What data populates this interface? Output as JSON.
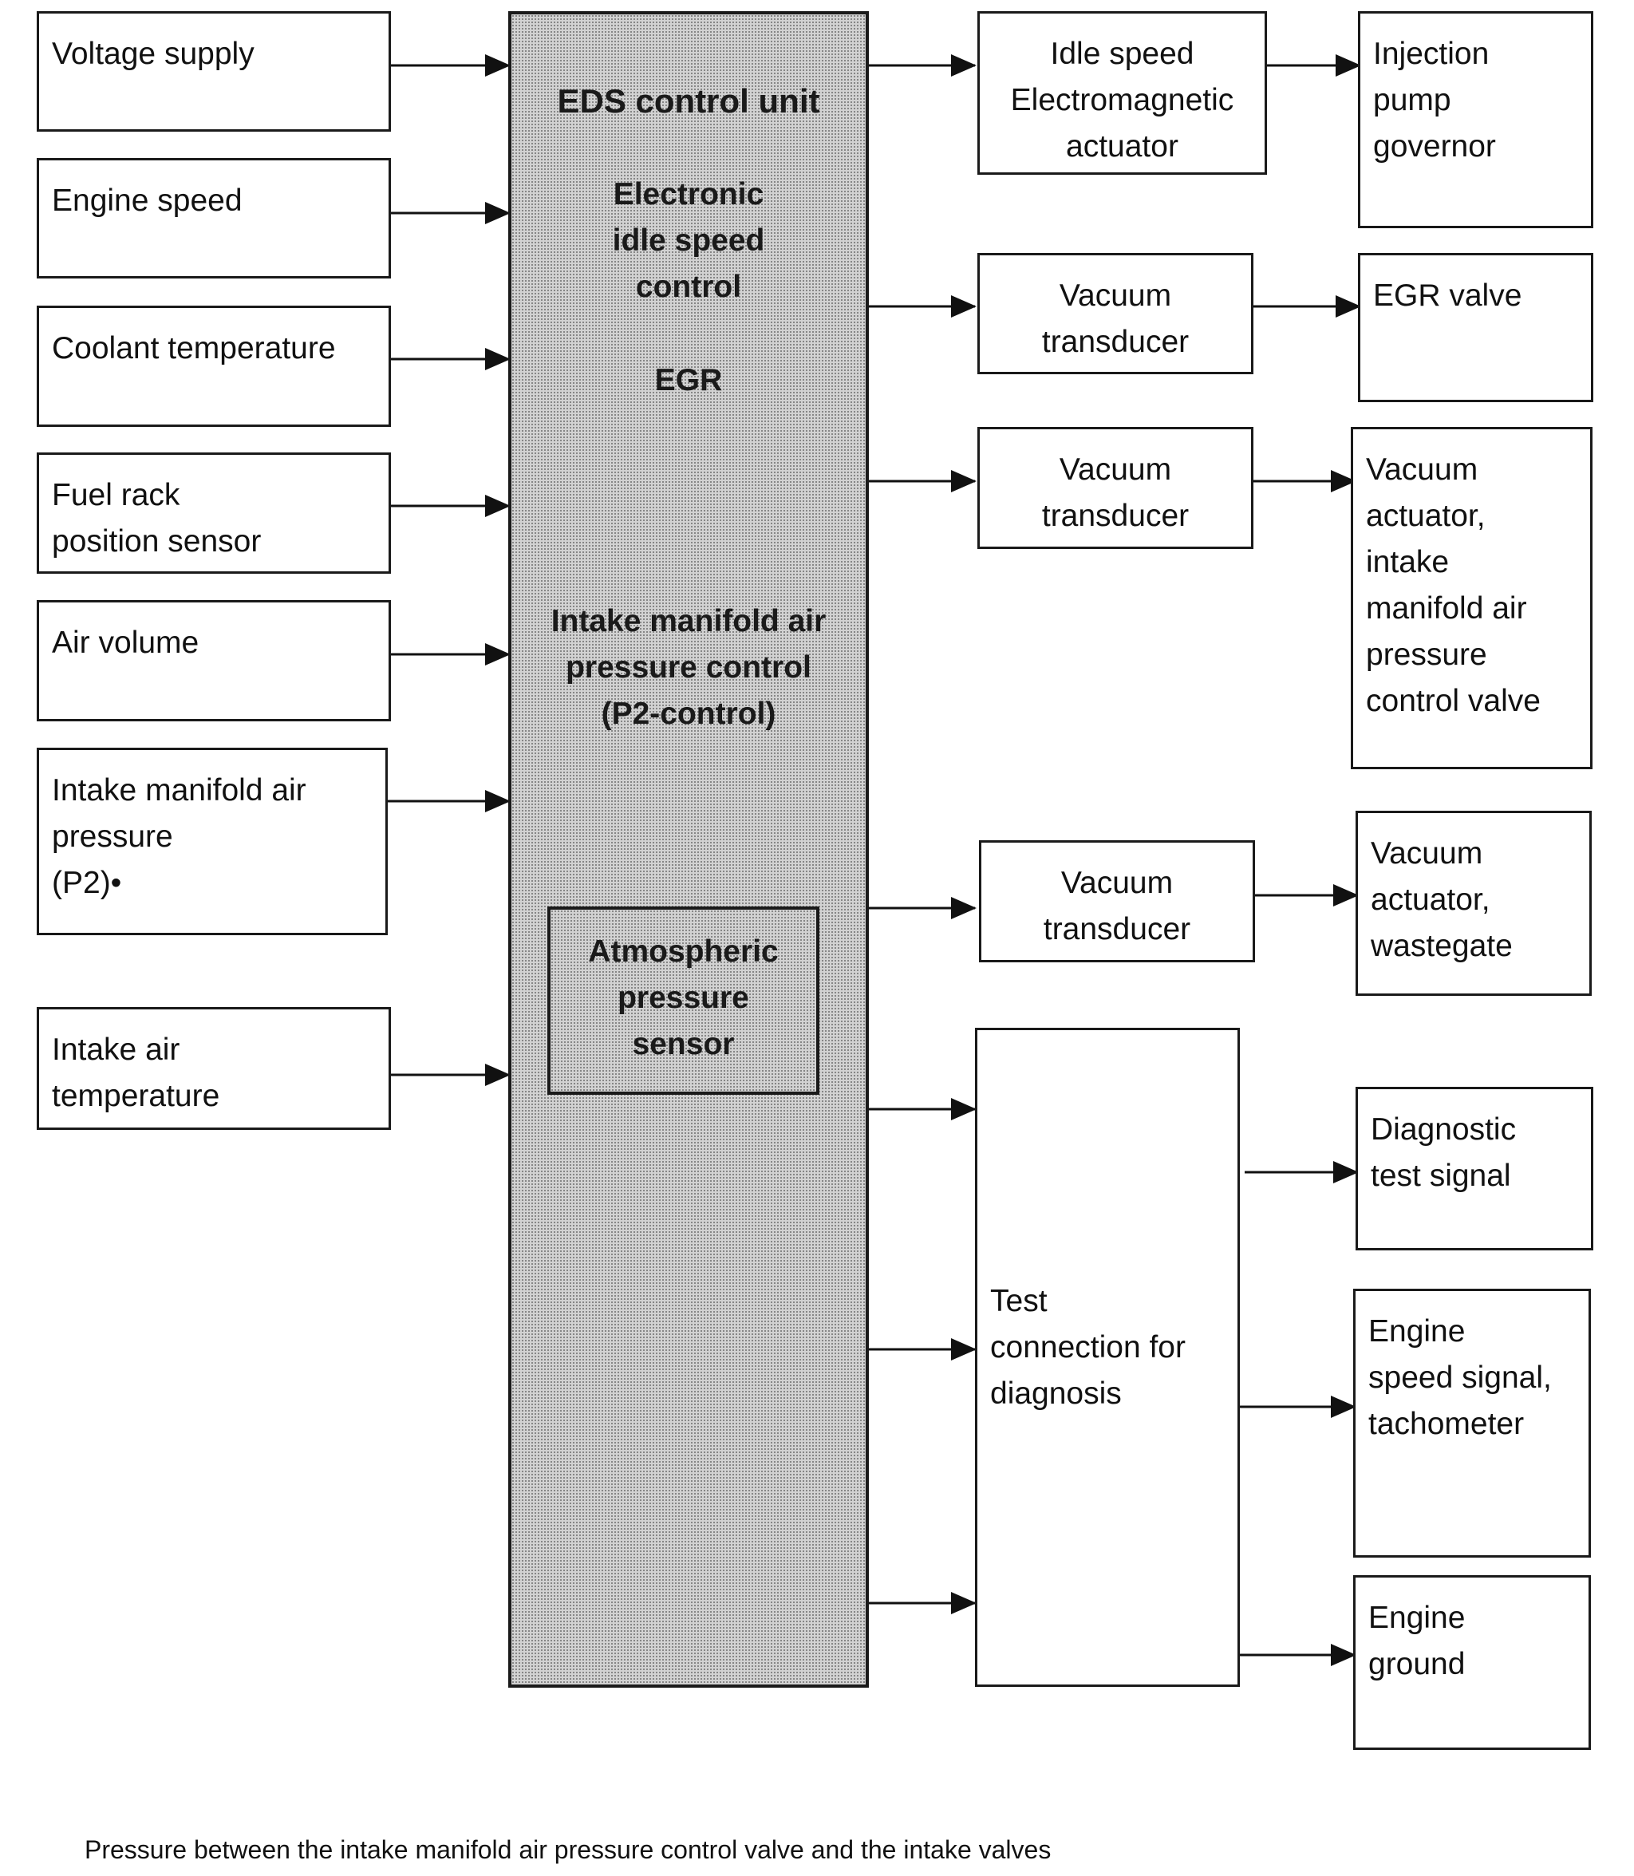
{
  "inputs": {
    "voltage_supply": "Voltage supply",
    "engine_speed": "Engine speed",
    "coolant_temperature": "Coolant temperature",
    "fuel_rack": [
      "Fuel rack",
      "position sensor"
    ],
    "air_volume": "Air volume",
    "intake_pressure": [
      "Intake manifold air",
      "pressure",
      "(P2)•"
    ],
    "intake_air_temperature": [
      "Intake air",
      "temperature"
    ]
  },
  "control_unit": {
    "title": "EDS control unit",
    "idle_control": [
      "Electronic",
      "idle speed",
      "control"
    ],
    "egr": "EGR",
    "p2_control": [
      "Intake manifold air",
      "pressure control",
      "(P2-control)"
    ],
    "atmospheric_sensor": [
      "Atmospheric",
      "pressure",
      "sensor"
    ]
  },
  "actuators": {
    "idle_actuator": [
      "Idle speed",
      "Electromagnetic",
      "actuator"
    ],
    "vacuum_transducer_1": [
      "Vacuum",
      "transducer"
    ],
    "vacuum_transducer_2": [
      "Vacuum",
      "transducer"
    ],
    "vacuum_transducer_3": [
      "Vacuum",
      "transducer"
    ],
    "test_connection": [
      "Test",
      "connection for",
      "diagnosis"
    ]
  },
  "outputs": {
    "injection_pump": [
      "Injection",
      "pump",
      "governor"
    ],
    "egr_valve": "EGR valve",
    "vacuum_actuator_intake": [
      "Vacuum",
      "actuator,",
      "intake",
      "manifold air",
      "pressure",
      "control valve"
    ],
    "vacuum_actuator_wastegate": [
      "Vacuum",
      "actuator,",
      "wastegate"
    ],
    "diagnostic_signal": [
      "Diagnostic",
      "test signal"
    ],
    "engine_speed_signal": [
      "Engine",
      "speed signal,",
      "tachometer"
    ],
    "engine_ground": [
      "Engine",
      "ground"
    ]
  },
  "footnote": "Pressure between the intake manifold air pressure control valve and the intake valves"
}
